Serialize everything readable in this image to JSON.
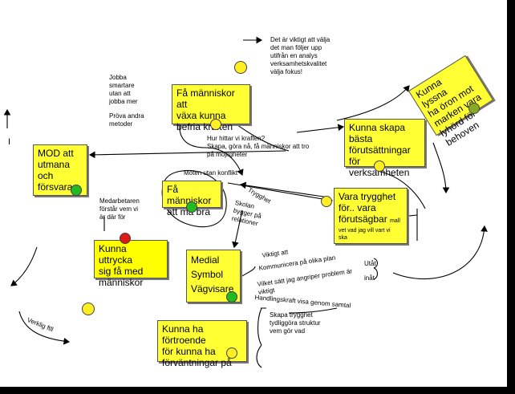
{
  "notes": {
    "mod": [
      "MOD att",
      "utmana",
      "och",
      "försvara"
    ],
    "vaxa": [
      "Få människor att",
      "växa kunna",
      "befria kraften"
    ],
    "kunna_skapa": [
      "Kunna skapa",
      "bästa",
      "förutsättningar",
      "för verksamheten"
    ],
    "kunna_lyssna": [
      "Kunna lyssna",
      "ha öron mot",
      "marken vara",
      "lyhörd för",
      "behoven"
    ],
    "ma_bra": [
      "Få människor",
      "att må bra"
    ],
    "trygghet_title": [
      "Vara trygghet",
      "för.. vara",
      "förutsägbar"
    ],
    "trygghet_small": [
      "mall",
      "vet vad jag vill vart vi",
      "ska"
    ],
    "uttrycka": [
      "Kunna uttrycka",
      "sig få med",
      "människor"
    ],
    "medial": [
      "Medial",
      "Symbol",
      "Vägvisare"
    ],
    "fortroende": [
      "Kunna ha förtroende",
      "för kunna ha",
      "förväntningar på"
    ]
  },
  "texts": {
    "viktigt_valja": [
      "Det är viktigt att välja",
      "det man följer upp",
      "utifrån en analys",
      "verksamhetskvalitet",
      "välja fokus!"
    ],
    "jobba": [
      "Jobba",
      "smartare",
      "utan att",
      "jobba mer"
    ],
    "prova": [
      "Pröva andra",
      "metoder"
    ],
    "hur_hittar": [
      "Hur hittar vi kraften?",
      "Skapa, göra nå, få människor att tro",
      "på möjligheter"
    ],
    "moten": "Möten utan konflikt",
    "medarbetaren": [
      "Medarbetaren",
      "förstår vem vi",
      "är där för"
    ],
    "trygghet_diag": "Trygghet",
    "skolan": [
      "Skolan",
      "bygger på",
      "relationer"
    ],
    "viktigt_att": "Viktigt att",
    "kommunicera": "Kommunicera på olika plan",
    "vilket_satt": [
      "Vilket sätt jag angriper problem är",
      "viktigt"
    ],
    "handlingskraft": "Handlingskraft visa genom samtal",
    "utat": "Utåt",
    "inat": "inåt",
    "skapa_trygghet": [
      "Skapa trygghet",
      "tydliggöra struktur",
      "vem gör vad"
    ],
    "verklig": "Verklig  ftll",
    "cursor": "I"
  },
  "colors": {
    "note": "#ffff33",
    "yellow_dot": "#ffee22",
    "green_dot": "#22bb22",
    "red_dot": "#dd1a1a"
  }
}
